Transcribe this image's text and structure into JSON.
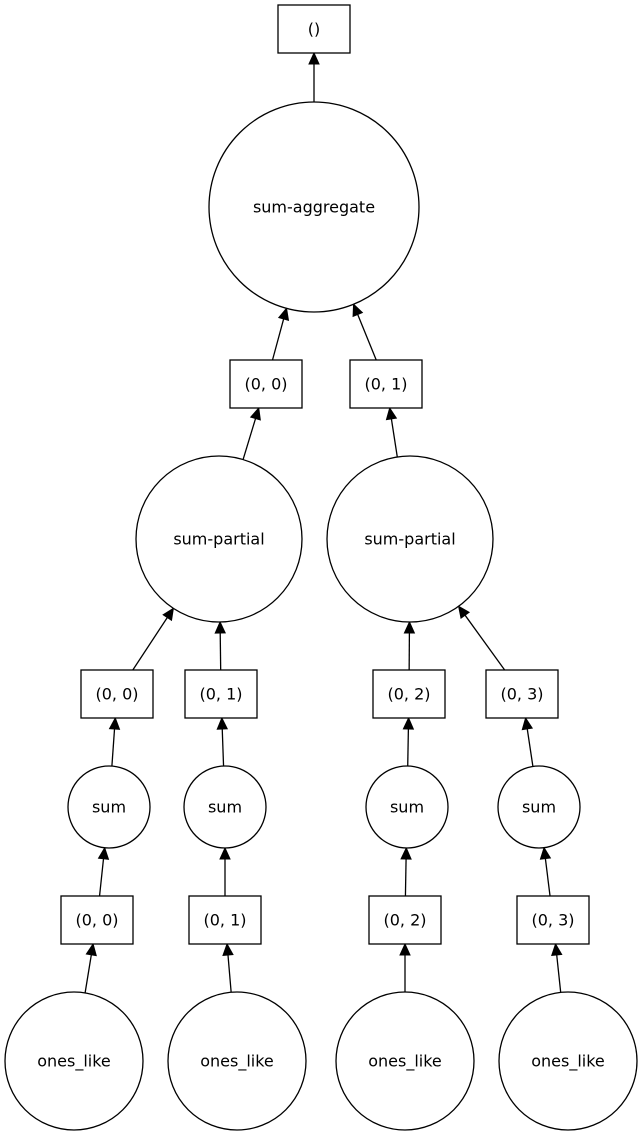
{
  "graph": {
    "nodes": [
      {
        "id": "out",
        "kind": "box",
        "label": "()"
      },
      {
        "id": "agg",
        "kind": "circle",
        "label": "sum-aggregate"
      },
      {
        "id": "agg_in0",
        "kind": "box",
        "label": "(0, 0)"
      },
      {
        "id": "agg_in1",
        "kind": "box",
        "label": "(0, 1)"
      },
      {
        "id": "partial_a",
        "kind": "circle",
        "label": "sum-partial"
      },
      {
        "id": "partial_b",
        "kind": "circle",
        "label": "sum-partial"
      },
      {
        "id": "sumout0",
        "kind": "box",
        "label": "(0, 0)"
      },
      {
        "id": "sumout1",
        "kind": "box",
        "label": "(0, 1)"
      },
      {
        "id": "sumout2",
        "kind": "box",
        "label": "(0, 2)"
      },
      {
        "id": "sumout3",
        "kind": "box",
        "label": "(0, 3)"
      },
      {
        "id": "sum0",
        "kind": "circle",
        "label": "sum"
      },
      {
        "id": "sum1",
        "kind": "circle",
        "label": "sum"
      },
      {
        "id": "sum2",
        "kind": "circle",
        "label": "sum"
      },
      {
        "id": "sum3",
        "kind": "circle",
        "label": "sum"
      },
      {
        "id": "chunk0",
        "kind": "box",
        "label": "(0, 0)"
      },
      {
        "id": "chunk1",
        "kind": "box",
        "label": "(0, 1)"
      },
      {
        "id": "chunk2",
        "kind": "box",
        "label": "(0, 2)"
      },
      {
        "id": "chunk3",
        "kind": "box",
        "label": "(0, 3)"
      },
      {
        "id": "ones0",
        "kind": "circle",
        "label": "ones_like"
      },
      {
        "id": "ones1",
        "kind": "circle",
        "label": "ones_like"
      },
      {
        "id": "ones2",
        "kind": "circle",
        "label": "ones_like"
      },
      {
        "id": "ones3",
        "kind": "circle",
        "label": "ones_like"
      }
    ],
    "edges": [
      {
        "from": "agg",
        "to": "out"
      },
      {
        "from": "agg_in0",
        "to": "agg"
      },
      {
        "from": "agg_in1",
        "to": "agg"
      },
      {
        "from": "partial_a",
        "to": "agg_in0"
      },
      {
        "from": "partial_b",
        "to": "agg_in1"
      },
      {
        "from": "sumout0",
        "to": "partial_a"
      },
      {
        "from": "sumout1",
        "to": "partial_a"
      },
      {
        "from": "sumout2",
        "to": "partial_b"
      },
      {
        "from": "sumout3",
        "to": "partial_b"
      },
      {
        "from": "sum0",
        "to": "sumout0"
      },
      {
        "from": "sum1",
        "to": "sumout1"
      },
      {
        "from": "sum2",
        "to": "sumout2"
      },
      {
        "from": "sum3",
        "to": "sumout3"
      },
      {
        "from": "chunk0",
        "to": "sum0"
      },
      {
        "from": "chunk1",
        "to": "sum1"
      },
      {
        "from": "chunk2",
        "to": "sum2"
      },
      {
        "from": "chunk3",
        "to": "sum3"
      },
      {
        "from": "ones0",
        "to": "chunk0"
      },
      {
        "from": "ones1",
        "to": "chunk1"
      },
      {
        "from": "ones2",
        "to": "chunk2"
      },
      {
        "from": "ones3",
        "to": "chunk3"
      }
    ]
  }
}
